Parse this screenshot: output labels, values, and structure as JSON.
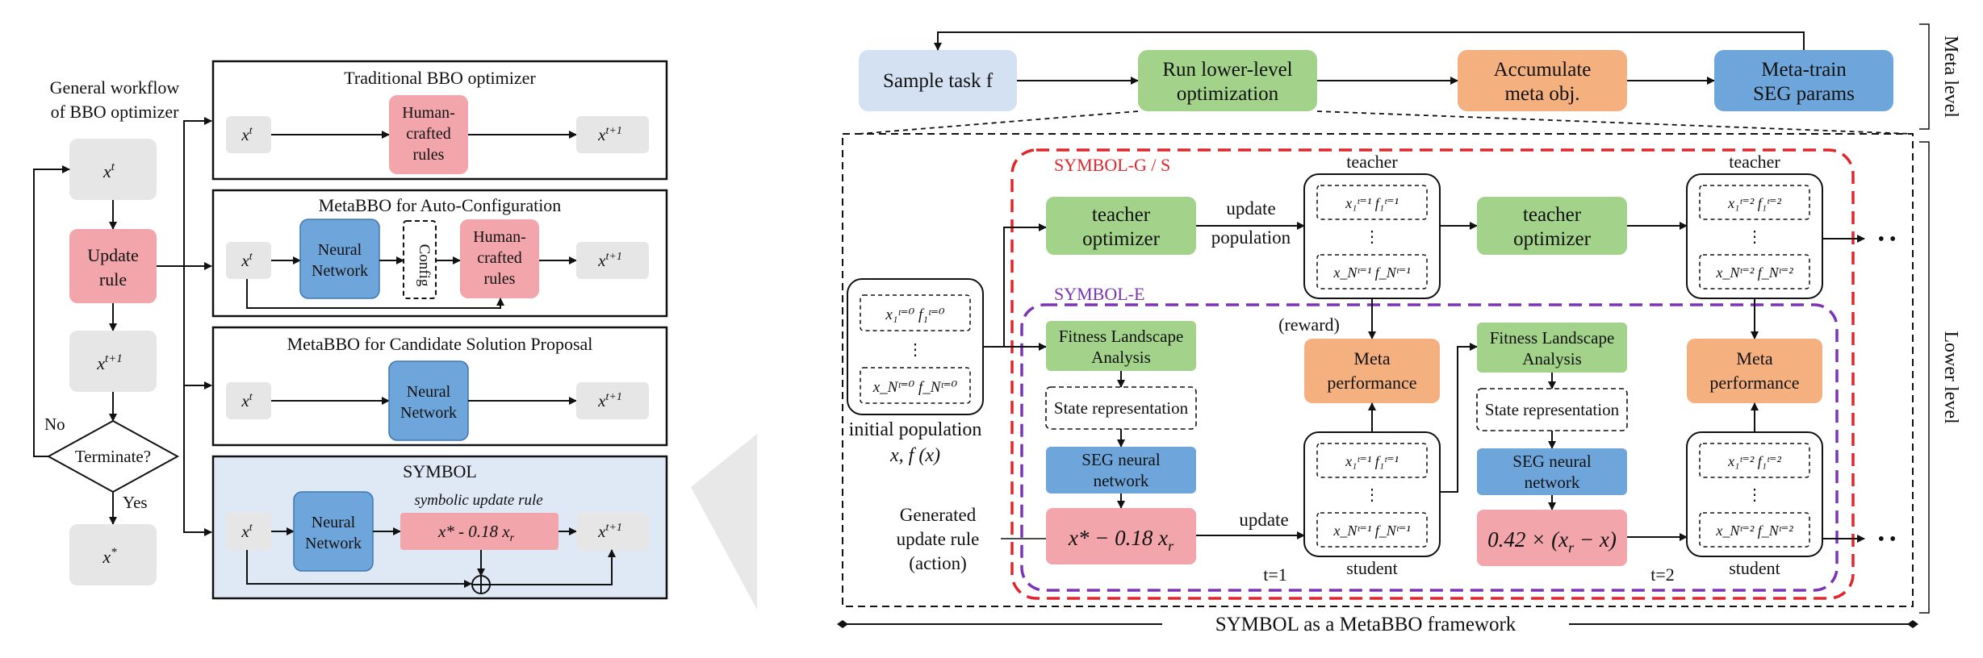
{
  "left": {
    "caption_line1": "General workflow",
    "caption_line2": "of BBO optimizer",
    "x_t": "x",
    "x_t_sup": "t",
    "update_line1": "Update",
    "update_line2": "rule",
    "x_t1": "x",
    "x_t1_sup": "t+1",
    "terminate": "Terminate?",
    "no": "No",
    "yes": "Yes",
    "x_star": "x",
    "x_star_sup": "*"
  },
  "panels": {
    "traditional": {
      "title": "Traditional  BBO optimizer",
      "rules": [
        "Human-",
        "crafted",
        "rules"
      ]
    },
    "autoconfig": {
      "title": "MetaBBO  for Auto-Configuration",
      "nn": [
        "Neural",
        "Network"
      ],
      "config": "Config",
      "rules": [
        "Human-",
        "crafted",
        "rules"
      ]
    },
    "proposal": {
      "title": "MetaBBO  for Candidate Solution Proposal",
      "nn": [
        "Neural",
        "Network"
      ]
    },
    "symbol": {
      "title": "SYMBOL",
      "nn": [
        "Neural",
        "Network"
      ],
      "rule_caption": "symbolic update rule",
      "rule": "x* - 0.18 x",
      "rule_sub": "r",
      "plus": "⊕"
    },
    "xt": "x",
    "xt_sup": "t",
    "xt1": "x",
    "xt1_sup": "t+1"
  },
  "meta": {
    "sample": "Sample task f",
    "run_line1": "Run lower-level",
    "run_line2": "optimization",
    "acc_line1": "Accumulate",
    "acc_line2": "meta obj.",
    "train_line1": "Meta-train",
    "train_line2": "SEG params",
    "meta_level": "Meta level",
    "lower_level": "Lower level"
  },
  "lower": {
    "symbol_gs": "SYMBOL-G / S",
    "symbol_e": "SYMBOL-E",
    "teacher": "teacher",
    "teacher_opt": [
      "teacher",
      "optimizer"
    ],
    "update_population": [
      "update",
      "population"
    ],
    "reward": "(reward)",
    "fla": [
      "Fitness Landscape",
      "Analysis"
    ],
    "state_rep": "State representation",
    "seg_nn": [
      "SEG neural",
      "network"
    ],
    "meta_perf": [
      "Meta",
      "performance"
    ],
    "initial_population": "initial population",
    "x_fx": "x,  f (x)",
    "generated": [
      "Generated",
      "update rule",
      "(action)"
    ],
    "update": "update",
    "rule1": "x* − 0.18 x",
    "rule1_sub": "r",
    "rule2": "0.42 × (x",
    "rule2_sub": "r",
    "rule2_tail": " − x)",
    "t1": "t=1",
    "t2": "t=2",
    "student": "student",
    "dots": "• •",
    "footer": "SYMBOL as a MetaBBO framework"
  },
  "colors": {
    "pink": "#f2a6ac",
    "gray": "#e6e6e6",
    "blue": "#6ea6dc",
    "green": "#a3d38a",
    "orange": "#f5b07f",
    "lightblue": "#d3e1f3",
    "symbol_bg": "#dfe8f5",
    "red_dash": "#e0262b",
    "purple_dash": "#7b35b3"
  }
}
